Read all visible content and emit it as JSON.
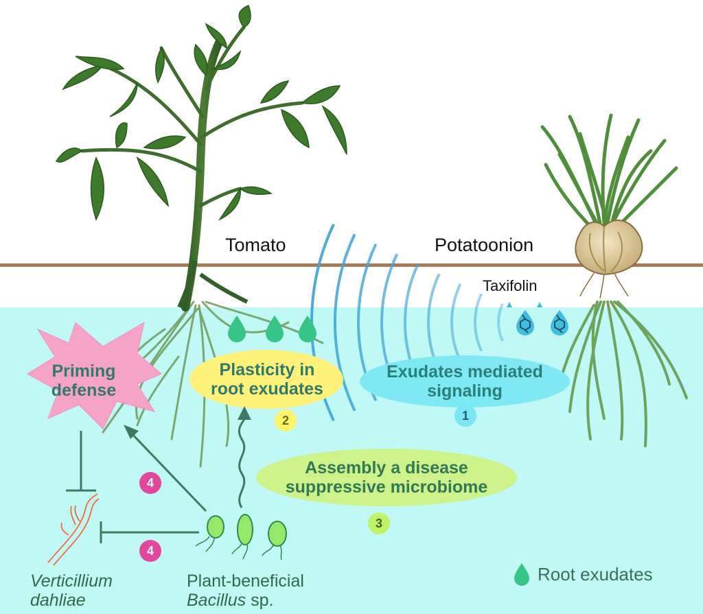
{
  "plants": {
    "left": "Tomato",
    "right": "Potatoonion"
  },
  "compound": "Taxifolin",
  "processes": {
    "signaling": {
      "label": "Exudates mediated signaling",
      "number": "1"
    },
    "plasticity": {
      "label": "Plasticity in root exudates",
      "number": "2"
    },
    "assembly": {
      "label": "Assembly a disease suppressive microbiome",
      "number": "3"
    },
    "priming": {
      "label": "Priming defense",
      "number": "4"
    },
    "inhibition": {
      "number": "4"
    }
  },
  "organisms": {
    "pathogen": "Verticillium dahliae",
    "beneficial": "Plant-beneficial Bacillus sp."
  },
  "legend": {
    "root_exudates": "Root exudates"
  },
  "colors": {
    "soil": "#bff8f5",
    "ground_line": "#a57b59",
    "priming_star": "#f5a4c8",
    "plasticity_bubble": "#fff27a",
    "signaling_bubble": "#7ee9f2",
    "assembly_bubble": "#cdf28a",
    "badge_pink": "#e2479b",
    "badge_yellow": "#fff36a",
    "badge_cyan": "#7ae6f4",
    "badge_green": "#c2f26a",
    "arrow": "#3c7a62",
    "exudate_drop": "#36c587",
    "signal_wave": "#3fa5d8",
    "leaf": "#3d7a2a",
    "bulb": "#d8c08e"
  }
}
